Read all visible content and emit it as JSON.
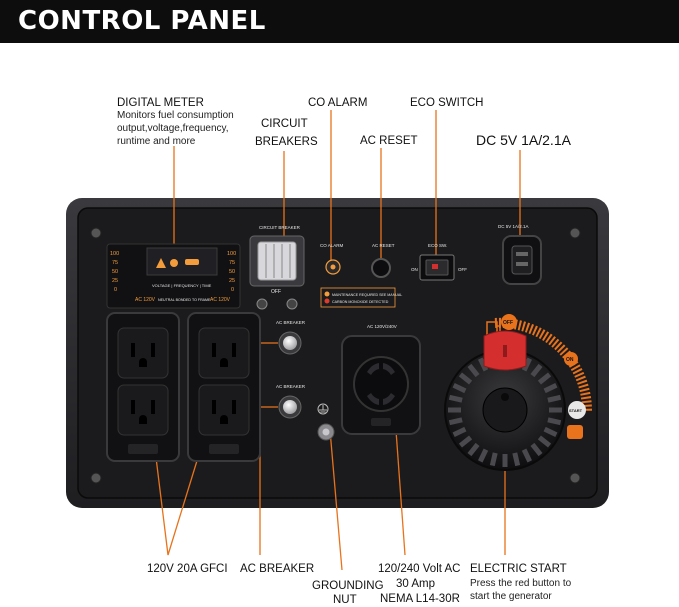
{
  "header": {
    "title": "CONTROL PANEL"
  },
  "callouts": {
    "digital_meter": {
      "title": "DIGITAL METER",
      "desc": [
        "Monitors fuel consumption",
        "output,voltage,frequency,",
        "runtime and more"
      ]
    },
    "co_alarm": "CO ALARM",
    "eco_switch": "ECO SWITCH",
    "circuit_breakers": [
      "CIRCUIT",
      "BREAKERS"
    ],
    "ac_reset": "AC RESET",
    "dc_usb": "DC 5V 1A/2.1A",
    "gfci": "120V 20A GFCI",
    "ac_breaker": "AC BREAKER",
    "grounding_nut": [
      "GROUNDING",
      "NUT"
    ],
    "outlet_30a": [
      "120/240 Volt AC",
      "30 Amp",
      "NEMA L14-30R"
    ],
    "electric_start": {
      "title": "ELECTRIC START",
      "desc": [
        "Press the red button to",
        "start the generator"
      ]
    }
  },
  "panel": {
    "meter_scale": [
      "100",
      "75",
      "50",
      "25",
      "0"
    ],
    "meter_footer": [
      "AC 120V",
      "NEUTRAL BONDED TO FRAME",
      "AC 120V"
    ],
    "meter_caption": "VOLTAGE | FREQUENCY | TIME",
    "circuit_breaker_label": "CIRCUIT BREAKER",
    "off_label": "OFF",
    "co_alarm_label": "CO ALARM",
    "ac_reset_label": "AC RESET",
    "eco_sw_label": "ECO SW.",
    "on_label": "ON",
    "off2_label": "OFF",
    "usb_label": "DC 5V 1A/2.1A",
    "ac_breaker_1": "AC BREAKER",
    "ac_breaker_2": "AC BREAKER",
    "twistlock_label": "AC 120V/240V",
    "legend_1": "MAINTENANCE REQUIRED SEE MANUAL",
    "legend_2": "CARBON MONOXIDE DETECTED",
    "dial_off": "OFF",
    "dial_on": "ON",
    "dial_start": "START"
  },
  "colors": {
    "accent": "#e8731c",
    "panel": "#1b1b1d",
    "bezel": "#2b2b2e",
    "start_button": "#d42e2e"
  }
}
